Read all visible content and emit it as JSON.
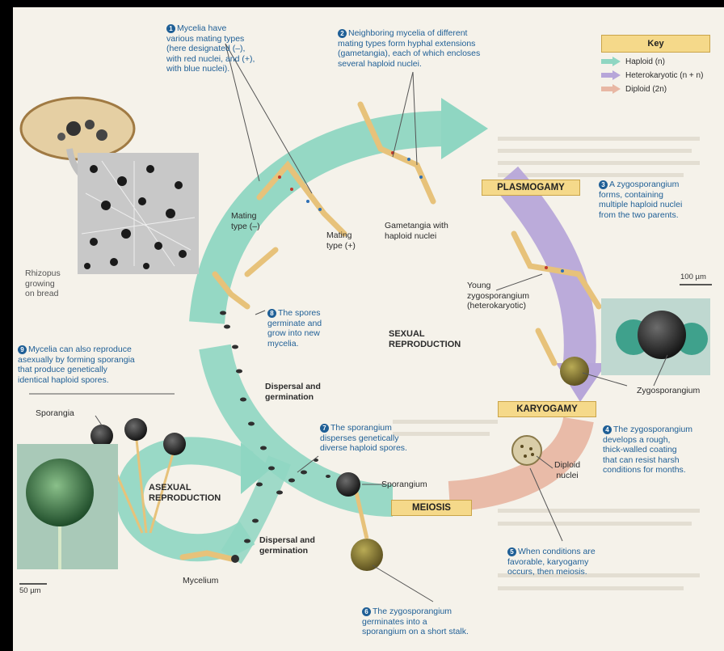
{
  "key": {
    "title": "Key",
    "items": [
      {
        "label": "Haploid (n)",
        "color": "#8fd6c2"
      },
      {
        "label": "Heterokaryotic (n + n)",
        "color": "#b7a6d9"
      },
      {
        "label": "Diploid (2n)",
        "color": "#e8b7a4"
      }
    ]
  },
  "stages": {
    "plasmogamy": "PLASMOGAMY",
    "karyogamy": "KARYOGAMY",
    "meiosis": "MEIOSIS"
  },
  "cycles": {
    "sexual": "SEXUAL\nREPRODUCTION",
    "asexual": "ASEXUAL\nREPRODUCTION"
  },
  "steps": [
    {
      "num": "1",
      "text": "Mycelia have\nvarious mating types\n(here designated (–),\nwith red nuclei, and (+),\nwith blue nuclei)."
    },
    {
      "num": "2",
      "text": "Neighboring mycelia of different\nmating types form hyphal extensions\n(gametangia), each of which encloses\nseveral haploid nuclei."
    },
    {
      "num": "3",
      "text": "A zygosporangium\nforms, containing\nmultiple haploid nuclei\nfrom the two parents."
    },
    {
      "num": "4",
      "text": "The zygosporangium\ndevelops a rough,\nthick-walled coating\nthat can resist harsh\nconditions for months."
    },
    {
      "num": "5",
      "text": "When conditions are\nfavorable, karyogamy\noccurs, then meiosis."
    },
    {
      "num": "6",
      "text": "The zygosporangium\ngerminates into a\nsporangium on a short stalk."
    },
    {
      "num": "7",
      "text": "The sporangium\ndisperses genetically\ndiverse haploid spores."
    },
    {
      "num": "8",
      "text": "The spores\ngerminate and\ngrow into new\nmycelia."
    },
    {
      "num": "9",
      "text": "Mycelia can also reproduce\nasexually by forming sporangia\nthat produce genetically\nidentical haploid spores."
    }
  ],
  "labels": {
    "mating_minus": "Mating\ntype (–)",
    "mating_plus": "Mating\ntype (+)",
    "gametangia": "Gametangia with\nhaploid nuclei",
    "young_zygo": "Young\nzygosporangium\n(heterokaryotic)",
    "zygosporangium": "Zygosporangium",
    "diploid_nuclei": "Diploid\nnuclei",
    "sporangium": "Sporangium",
    "dispersal_top": "Dispersal and\ngermination",
    "dispersal_bottom": "Dispersal and\ngermination",
    "sporangia": "Sporangia",
    "mycelium": "Mycelium",
    "rhizopus": "Rhizopus\ngrowing\non bread"
  },
  "scales": {
    "top_right": "100 µm",
    "bottom_left": "50 µm"
  }
}
